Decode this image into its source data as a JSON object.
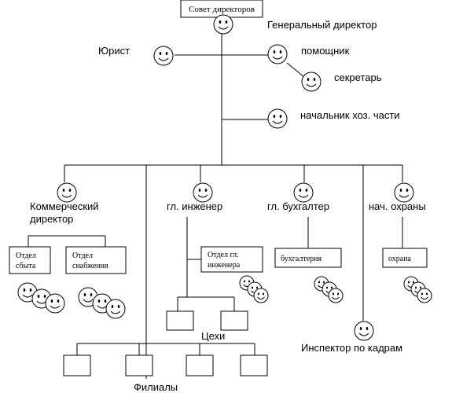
{
  "diagram": {
    "boxes": {
      "board": "Совет директоров",
      "sales_line1": "Отдел",
      "sales_line2": "сбыта",
      "supply_line1": "Отдел",
      "supply_line2": "снабжения",
      "eng_dept_line1": "Отдел гл.",
      "eng_dept_line2": "инженера",
      "accounting": "бухгалтерия",
      "security": "охрана"
    },
    "labels": {
      "ceo": "Генеральный директор",
      "lawyer": "Юрист",
      "assistant": "помощник",
      "secretary": "секретарь",
      "facilities": "начальник хоз. части",
      "commercial_line1": "Коммерческий",
      "commercial_line2": "директор",
      "chief_engineer": "гл. инженер",
      "chief_accountant": "гл. бухгалтер",
      "head_security": "нач. охраны",
      "workshops": "Цехи",
      "hr_inspector": "Инспектор по кадрам",
      "branches": "Филиалы"
    },
    "icon": "smiley-face-icon"
  }
}
